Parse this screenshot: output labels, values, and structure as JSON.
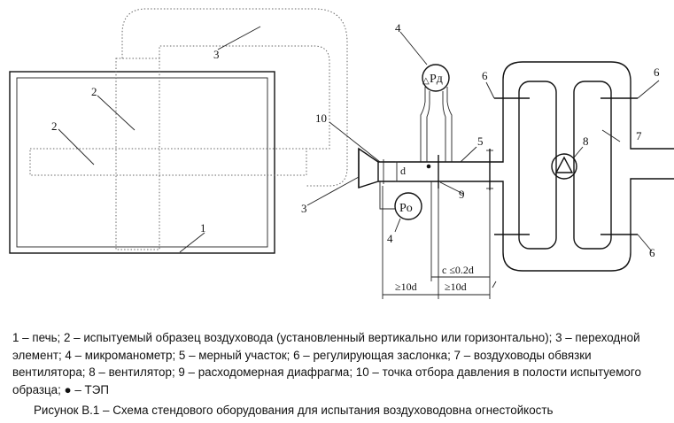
{
  "diagram": {
    "labels": {
      "furnace": "1",
      "sample_upper": "2",
      "sample_lower": "2",
      "duct_top": "3",
      "duct_bottom": "3",
      "micromanometer_top": "4",
      "micromanometer_bottom": "4",
      "measuring_section": "5",
      "damper_top_left": "6",
      "damper_top_right": "6",
      "damper_bottom_right": "6",
      "fan_ducts": "7",
      "fan": "8",
      "diaphragm": "9",
      "pressure_point": "10"
    },
    "instruments": {
      "pd": "Pд",
      "po": "Po",
      "delta": "△"
    },
    "dimensions": {
      "d": "d",
      "c_offset": "c ≤0.2d",
      "upstream": "≥10d",
      "downstream": "≥10d"
    }
  },
  "legend": "1 – печь; 2 – испытуемый образец воздуховода (установленный вертикально или горизонтально); 3 – переходной элемент; 4 – микроманометр; 5 – мерный участок; 6 – регулирующая заслонка; 7 – воздуховоды обвязки вентилятора; 8 – вентилятор; 9 – расходомерная диафрагма; 10 – точка отбора давления в полости испытуемого образца; ● – ТЭП",
  "caption": "Рисунок В.1 – Схема стендового оборудования для испытания воздуховодовна огнестойкость"
}
